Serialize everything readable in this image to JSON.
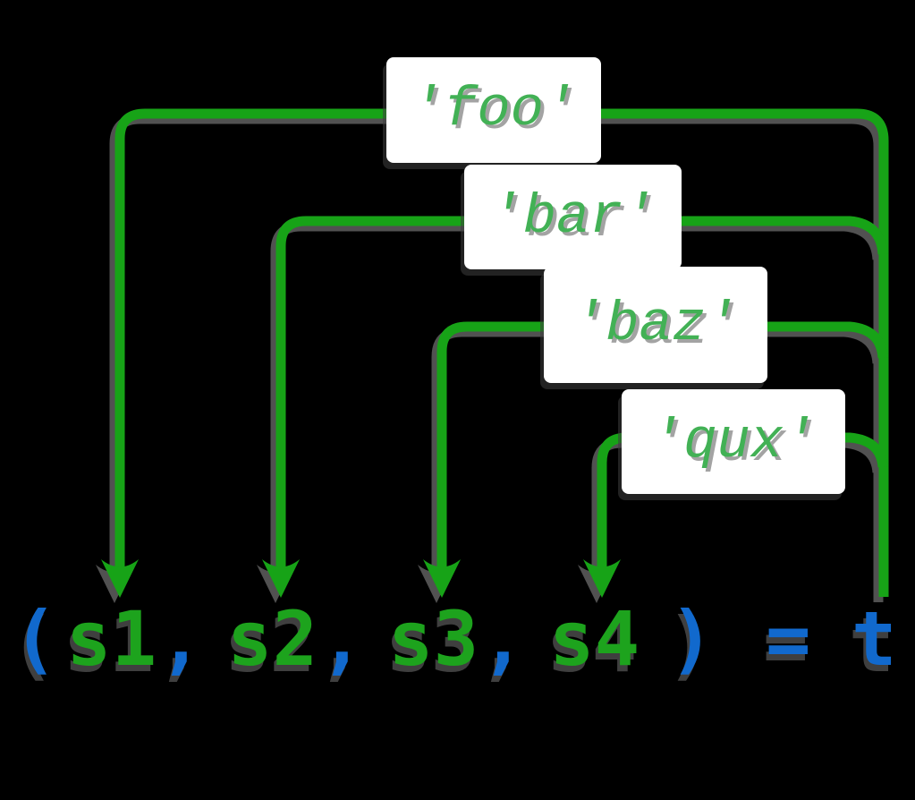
{
  "page": {
    "background": "#000000",
    "description": "Diagram showing Python tuple unpacking: strings 'foo', 'bar', 'baz', 'qux' from tuple t assigned to variables s1, s2, s3, s4"
  },
  "labels": [
    {
      "id": "foo",
      "text": "'foo'"
    },
    {
      "id": "bar",
      "text": "'bar'"
    },
    {
      "id": "baz",
      "text": "'baz'"
    },
    {
      "id": "qux",
      "text": "'qux'"
    }
  ],
  "code_line": {
    "full_text": "(s1, s2, s3, s4) = t",
    "tokens": [
      {
        "text": "(",
        "role": "punctuation"
      },
      {
        "text": "s1",
        "role": "variable"
      },
      {
        "text": ",",
        "role": "punctuation"
      },
      {
        "text": "s2",
        "role": "variable"
      },
      {
        "text": ",",
        "role": "punctuation"
      },
      {
        "text": "s3",
        "role": "variable"
      },
      {
        "text": ",",
        "role": "punctuation"
      },
      {
        "text": "s4",
        "role": "variable"
      },
      {
        "text": ")",
        "role": "punctuation"
      },
      {
        "text": "=",
        "role": "operator"
      },
      {
        "text": "t",
        "role": "tuple-variable"
      }
    ]
  },
  "arrows": [
    {
      "from": "'foo'",
      "to": "s1"
    },
    {
      "from": "'bar'",
      "to": "s2"
    },
    {
      "from": "'baz'",
      "to": "s3"
    },
    {
      "from": "'qux'",
      "to": "s4"
    },
    {
      "from": "t",
      "to": "all-labels",
      "description": "right-side trunk line connecting t up to every string label"
    }
  ],
  "colors": {
    "line_green": "#17a317",
    "label_text_green": "#42b155",
    "code_green": "#1da31d",
    "code_blue": "#1169cd",
    "label_box": "#ffffff",
    "background": "#000000"
  }
}
